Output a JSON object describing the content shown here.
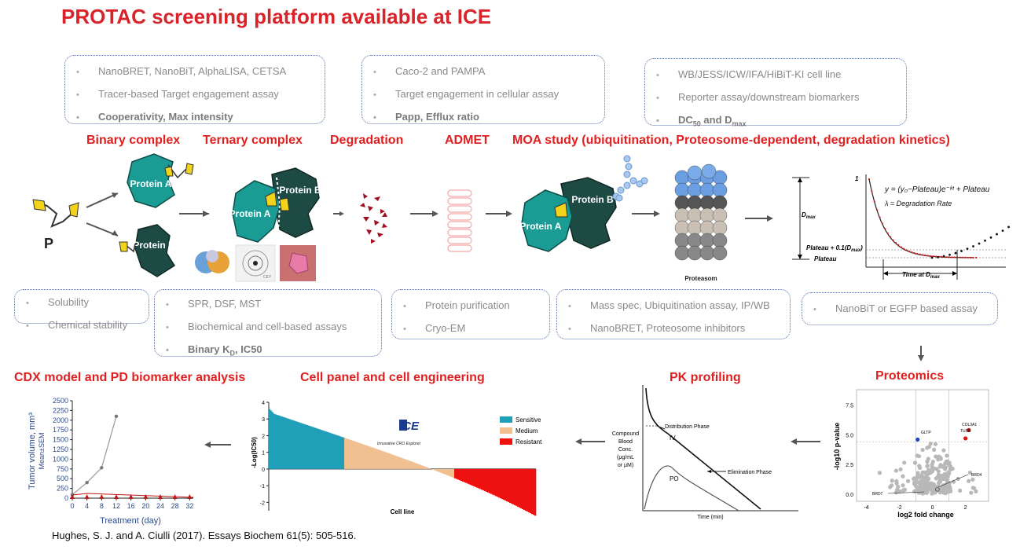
{
  "title": "PROTAC screening platform available at ICE",
  "top_boxes": [
    {
      "items": [
        {
          "text": "NanoBRET, NanoBiT, AlphaLISA, CETSA"
        },
        {
          "text": "Tracer-based Target engagement assay"
        },
        {
          "text": "Cooperativity, Max intensity",
          "bold": true
        }
      ]
    },
    {
      "items": [
        {
          "text": "Caco-2 and PAMPA"
        },
        {
          "text": "Target engagement in cellular assay"
        },
        {
          "text": "Papp, Efflux ratio",
          "bold": true
        }
      ]
    },
    {
      "items": [
        {
          "text": "WB/JESS/ICW/IFA/HiBiT-KI cell line"
        },
        {
          "text": "Reporter assay/downstream biomarkers"
        },
        {
          "text": "DC",
          "sub": "50",
          "tail": " and D",
          "sub2": "max",
          "bold": true
        }
      ]
    }
  ],
  "stage_headings": {
    "binary": "Binary complex",
    "ternary": "Ternary complex",
    "degradation": "Degradation",
    "admet": "ADMET",
    "moa": "MOA study (ubiquitination, Proteosome-dependent, degradation kinetics)"
  },
  "diagram_labels": {
    "protein_a": "Protein A",
    "protein_b": "Protein B",
    "protac_label": "P",
    "proteasome": "Proteasom",
    "watermark": "CEY"
  },
  "kinetics": {
    "y_one": "1",
    "dmax": "D",
    "dmax_sub": "max",
    "plateau_plus": "Plateau + 0.1(D",
    "plateau_plus_sub": "max",
    "plateau_plus_tail": ")",
    "plateau": "Plateau",
    "eq1": "y = (y₀−Plateau)e⁻ᵏᵗ + Plateau",
    "eq2": "λ = Degradation Rate",
    "time_at": "Time at D",
    "time_at_sub": "max"
  },
  "bottom_boxes": [
    {
      "items": [
        {
          "text": "Solubility"
        },
        {
          "text": "Chemical stability"
        }
      ]
    },
    {
      "items": [
        {
          "text": "SPR, DSF, MST"
        },
        {
          "text": "Biochemical and cell-based assays"
        },
        {
          "text": "Binary K",
          "sub": "D",
          "tail": ", IC50",
          "bold": true
        }
      ]
    },
    {
      "items": [
        {
          "text": "Protein purification"
        },
        {
          "text": "Cryo-EM"
        }
      ]
    },
    {
      "items": [
        {
          "text": "Mass spec, Ubiquitination assay, IP/WB"
        },
        {
          "text": "NanoBRET, Proteosome inhibitors"
        }
      ]
    },
    {
      "items": [
        {
          "text": "NanoBiT or EGFP based assay"
        }
      ]
    }
  ],
  "lower_headings": {
    "cdx": "CDX model and PD biomarker analysis",
    "panel": "Cell panel and cell engineering",
    "pk": "PK profiling",
    "proteomics": "Proteomics"
  },
  "tumor_chart": {
    "ylabel": "Tumor volume, mm³",
    "ylabel2": "Mean±SEM",
    "xlabel": "Treatment (day)",
    "yticks": [
      0,
      250,
      500,
      750,
      1000,
      1250,
      1500,
      1750,
      2000,
      2250,
      2500
    ],
    "xticks": [
      0,
      4,
      8,
      12,
      16,
      20,
      24,
      28,
      32
    ]
  },
  "panel_chart": {
    "ylabel": "-Log(IC50)",
    "xlabel": "Cell line",
    "yticks": [
      4,
      3,
      2,
      1,
      0,
      -1,
      -2
    ],
    "legend": [
      "Sensitive",
      "Medium",
      "Resistant"
    ],
    "logo": "ICE",
    "logo_sub": "Innovative CRO Explorer"
  },
  "pk_chart": {
    "ylabel": [
      "Compound",
      "Blood",
      "Conc.",
      "(μg/mL",
      "or μM)"
    ],
    "xlabel": "Time (min)",
    "distribution": "Distribution Phase",
    "elimination": "Elimination Phase",
    "iv": "IV",
    "po": "PO"
  },
  "volcano_chart": {
    "ylabel": "-log10 p-value",
    "xlabel": "log2 fold change",
    "yticks": [
      "0.0",
      "2.5",
      "5.0",
      "7.5"
    ],
    "xticks": [
      "-4",
      "-2",
      "0",
      "2"
    ],
    "labels": [
      "COL3A1",
      "TUSB",
      "GLTP",
      "BRD4",
      "BRD7"
    ]
  },
  "citation": "Hughes, S. J. and A. Ciulli (2017).  Essays Biochem 61(5): 505-516.",
  "colors": {
    "red": "#d9232a",
    "teal": "#1fa0b8",
    "medium": "#f0c090",
    "resistant": "#ee1111",
    "protein_a": "#1a9c94",
    "protein_b": "#1e4a44"
  }
}
